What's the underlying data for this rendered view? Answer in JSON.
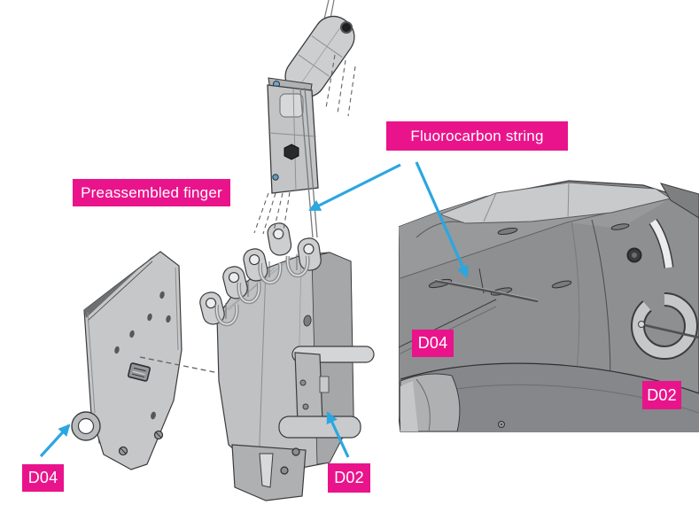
{
  "callouts": {
    "preassembled_finger": "Preassembled finger",
    "fluorocarbon_string": "Fluorocarbon string",
    "d04_left": "D04",
    "d02_center": "D02",
    "d04_detail": "D04",
    "d02_detail": "D02"
  },
  "colors": {
    "callout_bg": "#E9148B",
    "callout_text": "#FFFFFF",
    "arrow_blue": "#2BA7E0",
    "background": "#FFFFFF",
    "cad_light_gray": "#C9CACC",
    "cad_mid_gray": "#A7A9AB",
    "cad_dark_gray": "#8D8F91",
    "cad_outline": "#3C3C3E"
  }
}
